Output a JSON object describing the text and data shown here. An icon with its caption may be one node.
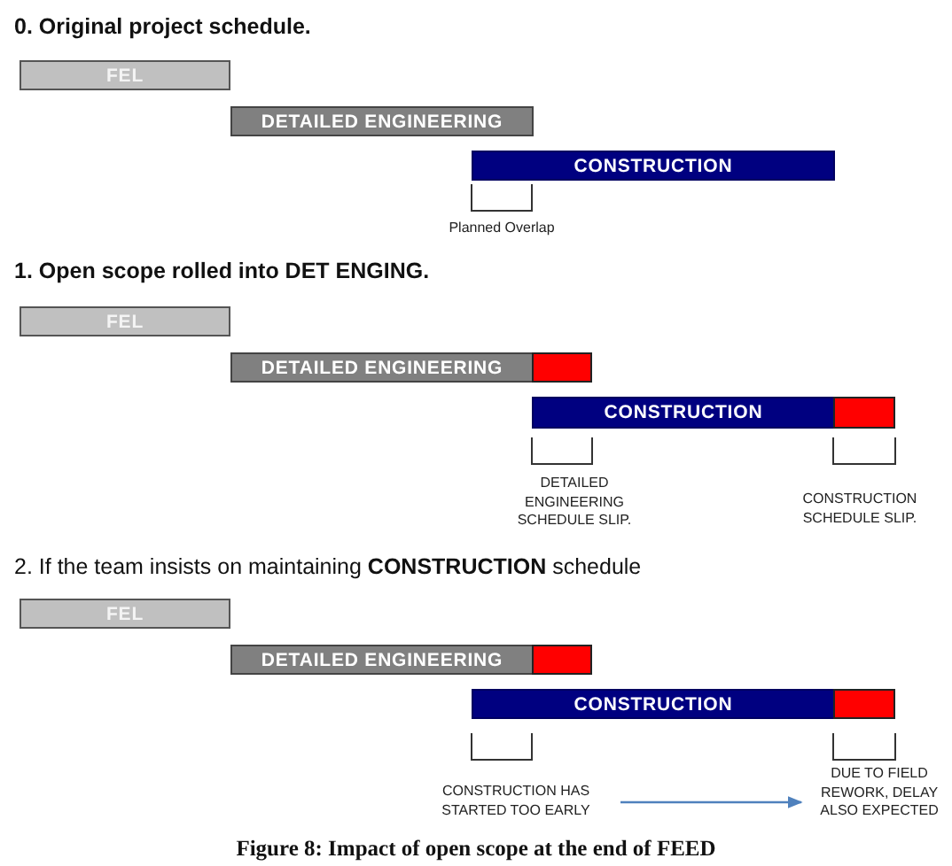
{
  "diagram": {
    "caption": "Figure 8: Impact of open scope at the end of FEED",
    "nodes": [
      {
        "text": [
          "FEL"
        ]
      },
      {
        "text": [
          "DETAILED ENGINEERING"
        ]
      },
      {
        "text": [
          "CONSTRUCTION"
        ]
      },
      {
        "text": [
          "FEL"
        ]
      },
      {
        "text": [
          "DETAILED ENGINEERING"
        ]
      },
      {
        "text": [],
        "shape": "bar"
      },
      {
        "text": [
          "CONSTRUCTION"
        ]
      },
      {
        "text": [],
        "shape": "bar"
      },
      {
        "text": [
          "FEL"
        ]
      },
      {
        "text": [
          "DETAILED ENGINEERING"
        ]
      },
      {
        "text": [],
        "shape": "bar"
      },
      {
        "text": [
          "CONSTRUCTION"
        ]
      },
      {
        "text": [],
        "shape": "bar"
      },
      {
        "text": [
          "CONSTRUCTION HAS STARTED TOO EARLY"
        ]
      },
      {
        "text": [
          "DUE TO FIELD REWORK, DELAY ALSO EXPECTED"
        ]
      }
    ],
    "edges": [
      {
        "from": 13,
        "to": 14,
        "arrow": "to"
      }
    ],
    "labels": [
      "0. Original project schedule.",
      "Planned Overlap",
      "1. Open scope rolled into DET ENGING.",
      "DETAILED ENGINEERING SCHEDULE SLIP.",
      "CONSTRUCTION SCHEDULE SLIP.",
      "2. If the team insists on maintaining **CONSTRUCTION** schedule"
    ]
  }
}
